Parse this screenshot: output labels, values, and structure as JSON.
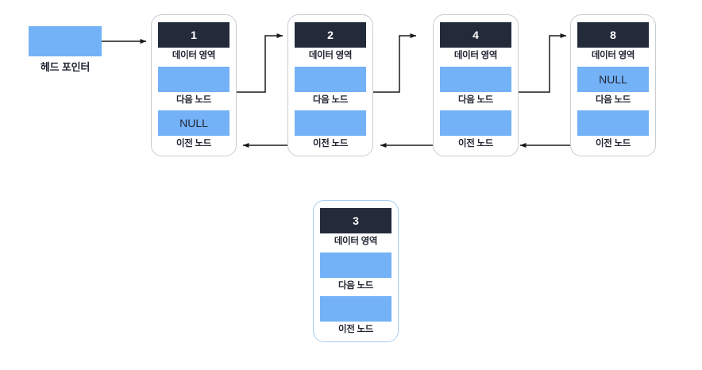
{
  "diagram": {
    "title": "doubly-linked-list",
    "colors": {
      "pointer_blue": "#74b2f7",
      "data_header": "#232b3b",
      "card_border": "#c9ccd1",
      "detached_border": "#a8cdf0",
      "arrow": "#1a1a1a",
      "background": "#ffffff"
    }
  },
  "head_pointer": {
    "label": "헤드 포인터",
    "value": ""
  },
  "field_labels": {
    "data": "데이터 영역",
    "next": "다음 노드",
    "prev": "이전 노드"
  },
  "null_text": "NULL",
  "nodes": [
    {
      "id": "node-1",
      "data": "1",
      "data_label": "데이터 영역",
      "next_value": "",
      "next_label": "다음 노드",
      "prev_value": "NULL",
      "prev_label": "이전 노드",
      "detached": false
    },
    {
      "id": "node-2",
      "data": "2",
      "data_label": "데이터 영역",
      "next_value": "",
      "next_label": "다음 노드",
      "prev_value": "",
      "prev_label": "이전 노드",
      "detached": false
    },
    {
      "id": "node-4",
      "data": "4",
      "data_label": "데이터 영역",
      "next_value": "",
      "next_label": "다음 노드",
      "prev_value": "",
      "prev_label": "이전 노드",
      "detached": false
    },
    {
      "id": "node-8",
      "data": "8",
      "data_label": "데이터 영역",
      "next_value": "NULL",
      "next_label": "다음 노드",
      "prev_value": "",
      "prev_label": "이전 노드",
      "detached": false
    },
    {
      "id": "node-3",
      "data": "3",
      "data_label": "데이터 영역",
      "next_value": "",
      "next_label": "다음 노드",
      "prev_value": "",
      "prev_label": "이전 노드",
      "detached": true
    }
  ],
  "arrows": [
    {
      "name": "head-to-node1",
      "kind": "straight-right"
    },
    {
      "name": "node1-next-to-node2",
      "kind": "elbow-up-right"
    },
    {
      "name": "node2-next-to-node4",
      "kind": "elbow-up-right"
    },
    {
      "name": "node4-next-to-node8",
      "kind": "elbow-up-right"
    },
    {
      "name": "node2-prev-to-node1",
      "kind": "straight-left"
    },
    {
      "name": "node4-prev-to-node2",
      "kind": "straight-left"
    },
    {
      "name": "node8-prev-to-node4",
      "kind": "straight-left"
    }
  ]
}
